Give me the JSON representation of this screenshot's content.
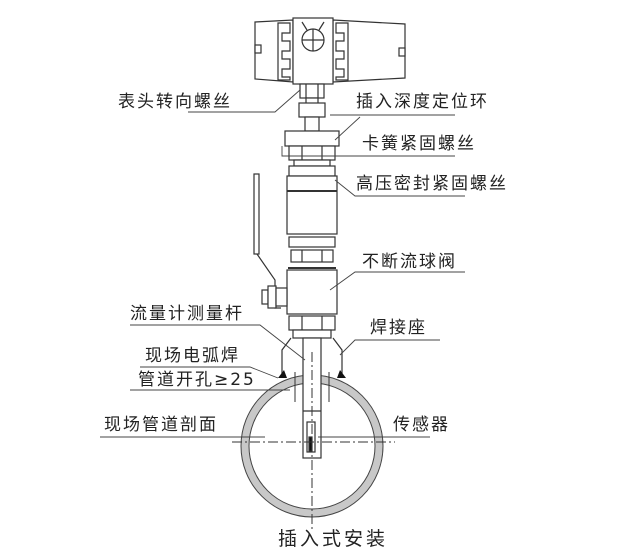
{
  "diagram": {
    "title": "插入式安装",
    "labels": {
      "head_rotation_screw": "表头转向螺丝",
      "insertion_depth_ring": "插入深度定位环",
      "clip_spring_screw": "卡簧紧固螺丝",
      "high_pressure_seal_screw": "高压密封紧固螺丝",
      "ball_valve": "不断流球阀",
      "measuring_rod": "流量计测量杆",
      "weld_seat": "焊接座",
      "arc_weld": "现场电弧焊",
      "pipe_opening": "管道开孔≥25",
      "pipe_section": "现场管道剖面",
      "sensor": "传感器"
    },
    "colors": {
      "line": "#333333",
      "pipe_wall": "#c8c8c8",
      "text": "#222222"
    }
  }
}
